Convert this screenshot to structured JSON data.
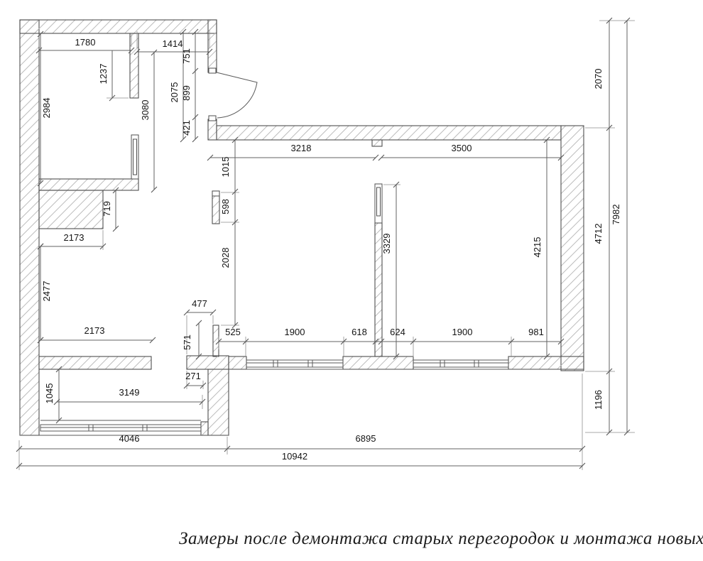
{
  "caption": "Замеры после демонтажа старых перегородок и монтажа новых",
  "dims": {
    "d1780": "1780",
    "d1414": "1414",
    "d1237": "1237",
    "d2984": "2984",
    "d3080": "3080",
    "d2075": "2075",
    "d751": "751",
    "d899": "899",
    "d421": "421",
    "d3218": "3218",
    "d3500": "3500",
    "d2070": "2070",
    "d1015": "1015",
    "d598": "598",
    "d2028": "2028",
    "d3329": "3329",
    "d4215": "4215",
    "d4712": "4712",
    "d7982": "7982",
    "d1196": "1196",
    "d719": "719",
    "d2173a": "2173",
    "d2477": "2477",
    "d2173b": "2173",
    "d477": "477",
    "d571": "571",
    "d271": "271",
    "d1045": "1045",
    "d3149": "3149",
    "d525": "525",
    "d1900a": "1900",
    "d618": "618",
    "d624": "624",
    "d1900b": "1900",
    "d981": "981",
    "d4046": "4046",
    "d6895": "6895",
    "d10942": "10942"
  }
}
